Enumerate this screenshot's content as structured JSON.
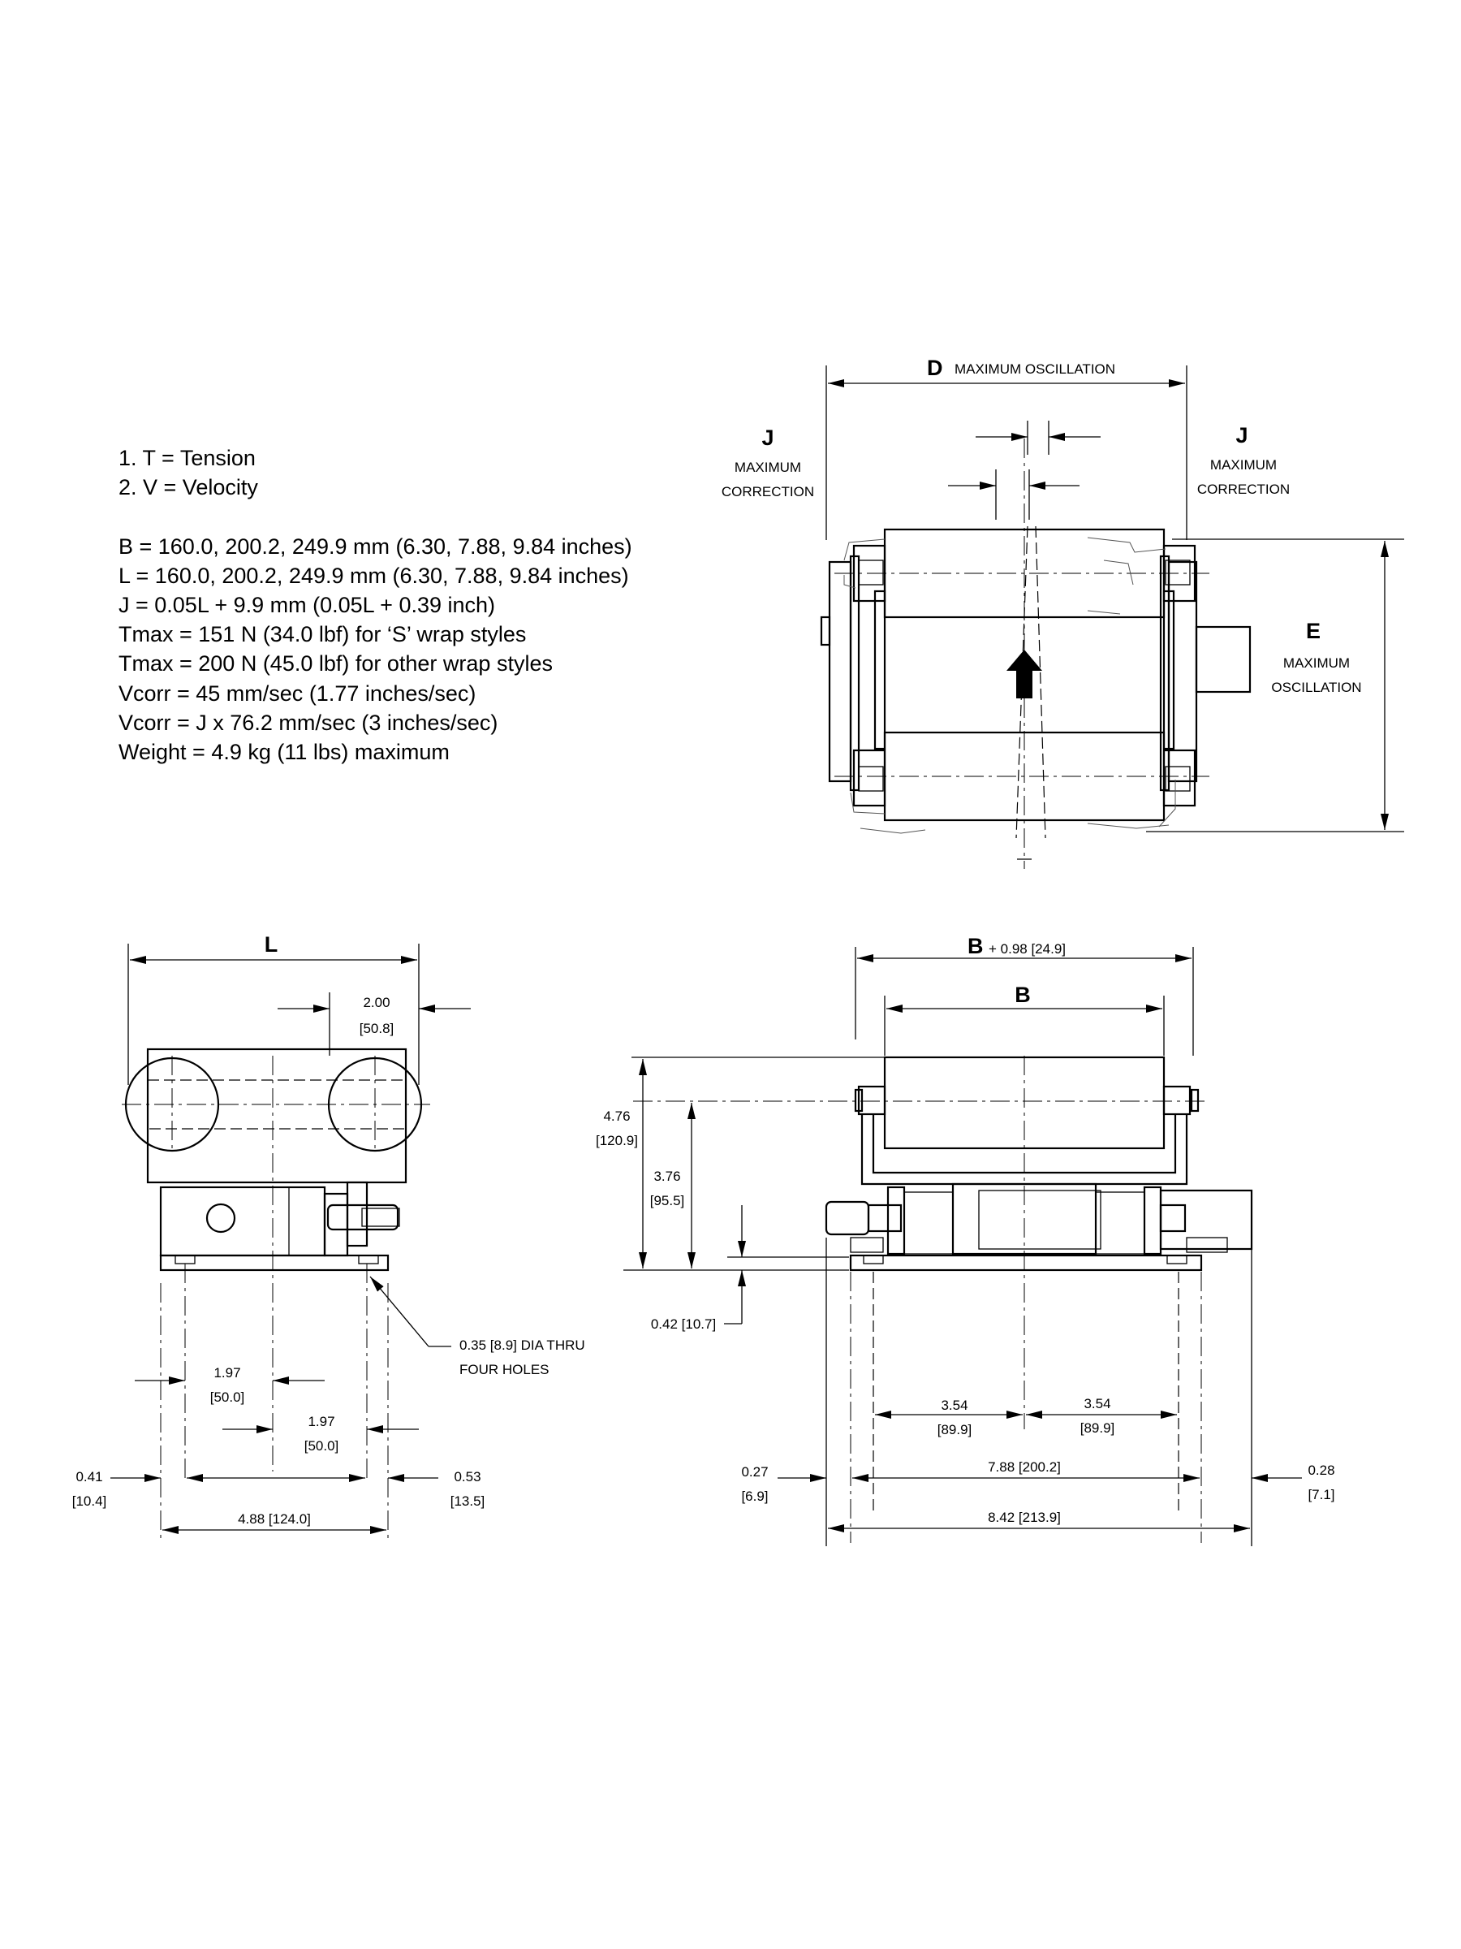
{
  "notes": [
    "1. T =  Tension",
    "2. V = Velocity",
    "",
    "B = 160.0, 200.2, 249.9 mm (6.30, 7.88, 9.84 inches)",
    "L = 160.0, 200.2, 249.9 mm (6.30, 7.88, 9.84 inches)",
    "J = 0.05L + 9.9 mm (0.05L + 0.39 inch)",
    "Tmax = 151 N (34.0 lbf) for ‘S’ wrap styles",
    "Tmax = 200 N (45.0 lbf) for other wrap styles",
    "Vcorr = 45 mm/sec (1.77 inches/sec)",
    "Vcorr = J x 76.2 mm/sec (3 inches/sec)",
    "Weight = 4.9 kg (11 lbs) maximum"
  ],
  "top_view": {
    "d_letter": "D",
    "d_caption": "MAXIMUM OSCILLATION",
    "j_letter": "J",
    "j_line1": "MAXIMUM",
    "j_line2": "CORRECTION",
    "e_letter": "E",
    "e_line1": "MAXIMUM",
    "e_line2": "OSCILLATION"
  },
  "side_view": {
    "l_letter": "L",
    "d_2_00": "2.00",
    "d_2_00_mm": "[50.8]",
    "hole_line1": "0.35 [8.9] DIA THRU",
    "hole_line2": "FOUR HOLES",
    "d_1_97a": "1.97",
    "d_1_97a_mm": "[50.0]",
    "d_1_97b": "1.97",
    "d_1_97b_mm": "[50.0]",
    "d_0_41": "0.41",
    "d_0_41_mm": "[10.4]",
    "d_0_53": "0.53",
    "d_0_53_mm": "[13.5]",
    "d_4_88": "4.88 [124.0]"
  },
  "front_view": {
    "b_letter": "B",
    "b_plus": "+ 0.98 [24.9]",
    "b_inner": "B",
    "d_4_76": "4.76",
    "d_4_76_mm": "[120.9]",
    "d_3_76": "3.76",
    "d_3_76_mm": "[95.5]",
    "d_0_42": "0.42 [10.7]",
    "d_3_54a": "3.54",
    "d_3_54a_mm": "[89.9]",
    "d_3_54b": "3.54",
    "d_3_54b_mm": "[89.9]",
    "d_0_27": "0.27",
    "d_0_27_mm": "[6.9]",
    "d_7_88": "7.88 [200.2]",
    "d_0_28": "0.28",
    "d_0_28_mm": "[7.1]",
    "d_8_42": "8.42 [213.9]"
  }
}
